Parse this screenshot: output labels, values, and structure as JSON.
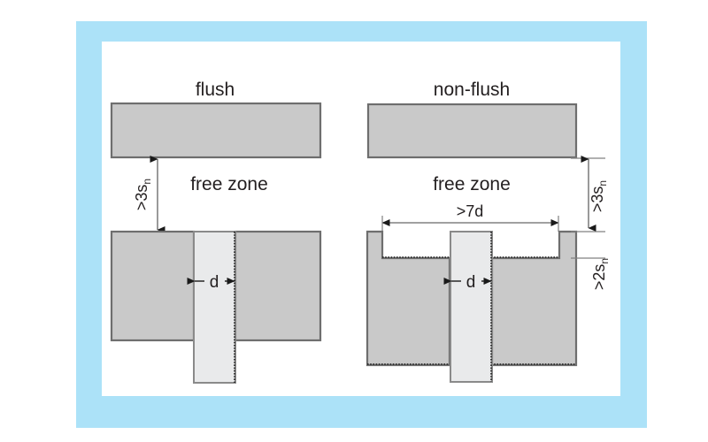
{
  "figure": {
    "kind": "technical-diagram",
    "subject": "proximity-sensor-mounting-free-zone",
    "frame_color": "#ace2f8",
    "background_color": "#ffffff",
    "panel_color": "#ffffff",
    "block_fill": "#c9c9c9",
    "sensor_fill": "#e9eaeb",
    "outline_color": "#6e6e6e",
    "hidden_line_color": "#1a1a1a",
    "dimension_line_color": "#808080",
    "text_color": "#231f20"
  },
  "left": {
    "title": "flush",
    "free_zone_label": "free zone",
    "clearance_prefix": ">3s",
    "clearance_subscript": "n",
    "diameter_label": "d"
  },
  "right": {
    "title": "non-flush",
    "free_zone_label": "free zone",
    "width_label": ">7d",
    "clearance_prefix": ">3s",
    "clearance_subscript": "n",
    "recess_prefix": ">2s",
    "recess_subscript": "n",
    "diameter_label": "d"
  }
}
